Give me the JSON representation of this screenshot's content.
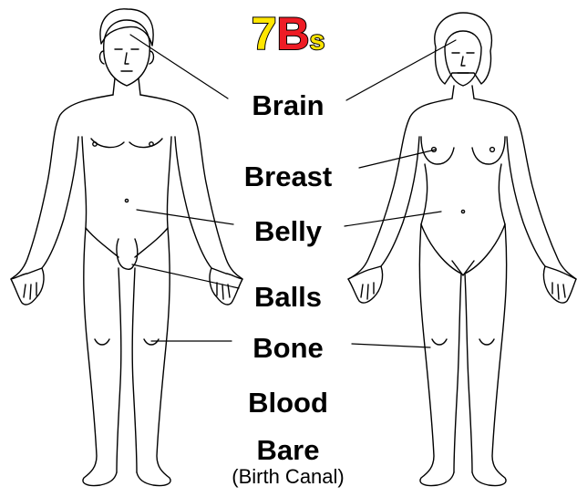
{
  "title": {
    "seven": "7",
    "b": "B",
    "s": "s"
  },
  "colors": {
    "seven": "#ffe600",
    "b": "#ee1c25",
    "s": "#ffe600",
    "ink": "#000000"
  },
  "labels": {
    "brain": "Brain",
    "breast": "Breast",
    "belly": "Belly",
    "balls": "Balls",
    "bone": "Bone",
    "blood": "Blood",
    "bare": "Bare",
    "bare_note": "(Birth Canal)"
  }
}
